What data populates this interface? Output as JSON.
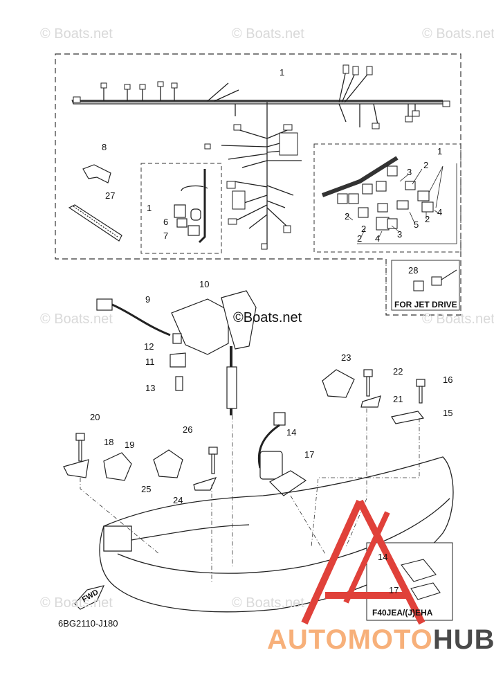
{
  "watermarks": {
    "text": "© Boats.net",
    "center": "©Boats.net"
  },
  "callouts": {
    "c1": "1",
    "c8": "8",
    "c27": "27",
    "c6": "6",
    "c7": "7",
    "c1b": "1",
    "c1c": "1",
    "c2a": "2",
    "c3a": "3",
    "c2b": "2",
    "c5": "5",
    "c2c": "2",
    "c4a": "4",
    "c2d": "2",
    "c3b": "3",
    "c2e": "2",
    "c4b": "4",
    "c28": "28",
    "c10": "10",
    "c9": "9",
    "c12": "12",
    "c11": "11",
    "c13": "13",
    "c23": "23",
    "c22": "22",
    "c21": "21",
    "c16": "16",
    "c15": "15",
    "c20": "20",
    "c18": "18",
    "c19": "19",
    "c26": "26",
    "c14": "14",
    "c17": "17",
    "c25": "25",
    "c24": "24",
    "c14b": "14",
    "c17b": "17"
  },
  "inset_labels": {
    "jet_drive": "FOR JET DRIVE",
    "model": "F40JEA/(J)EHA"
  },
  "fwd": "FWD",
  "diagram_code": "6BG2110-J180",
  "brand": {
    "part1": "AUTOMOTO",
    "part2": "HUB",
    "color_part1": "#f7b07a",
    "color_part2": "#4a4a4a"
  },
  "colors": {
    "triangle": "#e0413a"
  }
}
